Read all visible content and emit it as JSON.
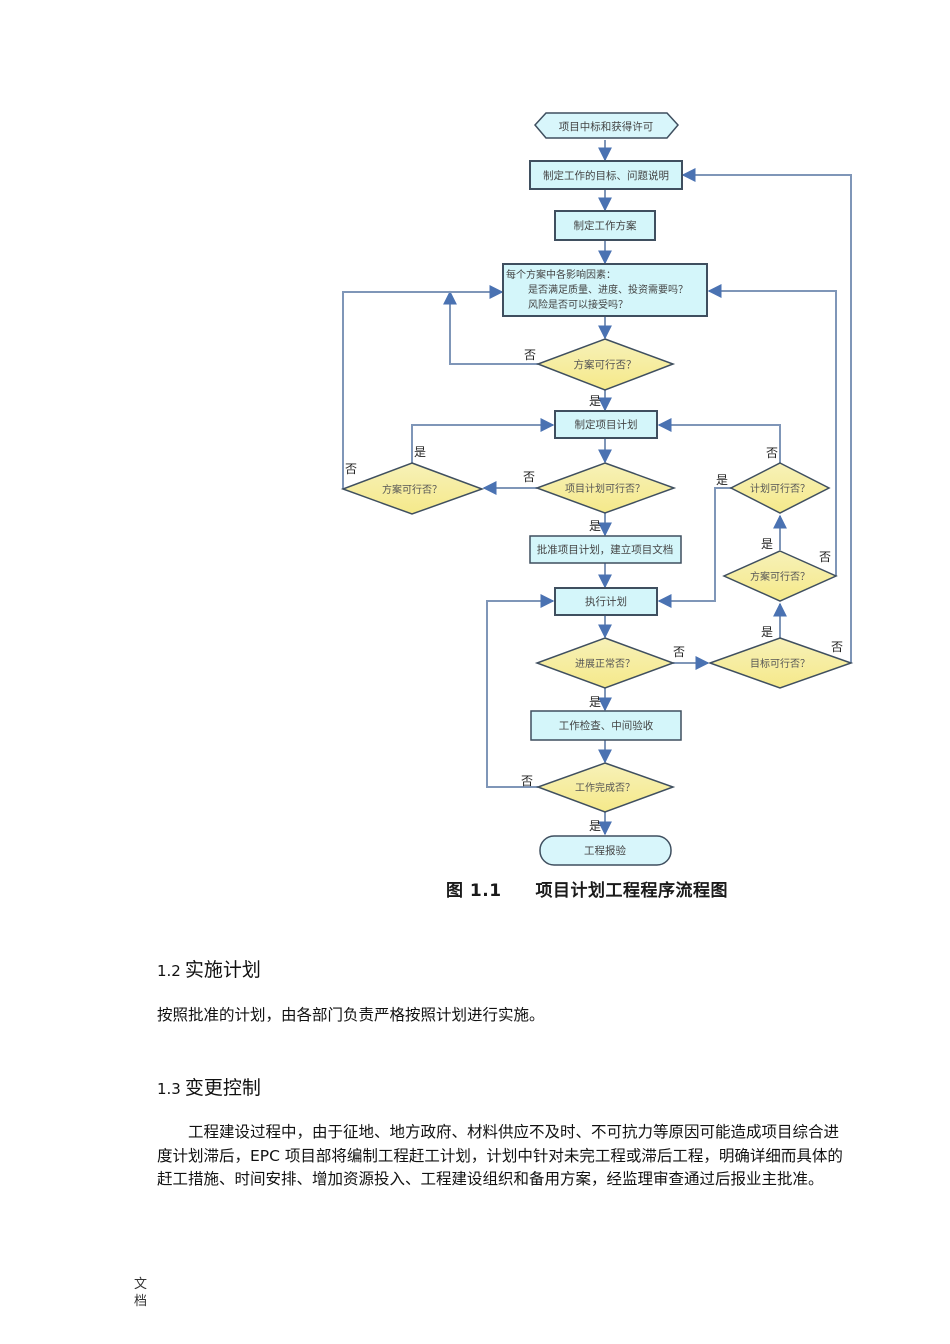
{
  "flowchart": {
    "nodes": {
      "start": "项目中标和获得许可",
      "define_goal": "制定工作的目标、问题说明",
      "define_scheme": "制定工作方案",
      "factors_line1": "每个方案中各影响因素：",
      "factors_line2": "是否满足质量、进度、投资需要吗？",
      "factors_line3": "风险是否可以接受吗？",
      "scheme_feasible_1": "方案可行否？",
      "define_plan": "制定项目计划",
      "plan_feasible": "项目计划可行否？",
      "scheme_feasible_2": "方案可行否？",
      "approve_plan": "批准项目计划，建立项目文档",
      "execute_plan": "执行计划",
      "progress_normal": "进展正常否？",
      "inspection": "工作检查、中间验收",
      "work_complete": "工作完成否？",
      "report": "工程报验",
      "plan_feasible_right": "计划可行否？",
      "scheme_feasible_right": "方案可行否？",
      "goal_feasible": "目标可行否？"
    },
    "labels": {
      "yes": "是",
      "no": "否"
    },
    "colors": {
      "process_fill": "#d4f6fa",
      "decision_fill": "#faf3a8",
      "terminal_fill": "#d8f6fb",
      "arrow": "#4a72b2",
      "line": "#7f96b8"
    }
  },
  "caption": {
    "number": "图 1.1",
    "title": "项目计划工程程序流程图"
  },
  "sections": [
    {
      "number": "1.2",
      "title": "实施计划",
      "paragraph": "按照批准的计划，由各部门负责严格按照计划进行实施。"
    },
    {
      "number": "1.3",
      "title": "变更控制",
      "paragraph": "工程建设过程中，由于征地、地方政府、材料供应不及时、不可抗力等原因可能造成项目综合进度计划滞后，EPC 项目部将编制工程赶工计划，计划中针对未完工程或滞后工程，明确详细而具体的赶工措施、时间安排、增加资源投入、工程建设组织和备用方案，经监理审查通过后报业主批准。"
    }
  ],
  "footer": {
    "text": "文档"
  }
}
